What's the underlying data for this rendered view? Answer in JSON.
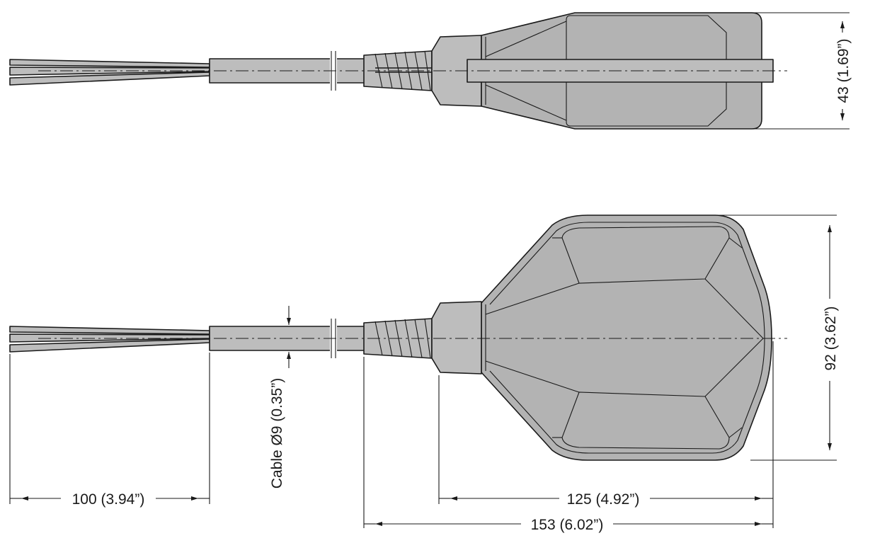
{
  "dimensions": {
    "height_side": "43 (1.69”)",
    "height_top": "92 (3.62”)",
    "cable_diameter": "Cable Ø9 (0.35”)",
    "wire_length": "100 (3.94”)",
    "body_length": "125 (4.92”)",
    "overall_length": "153 (6.02”)"
  },
  "colors": {
    "body": "#b3b3b3",
    "line": "#1a1a1a"
  }
}
